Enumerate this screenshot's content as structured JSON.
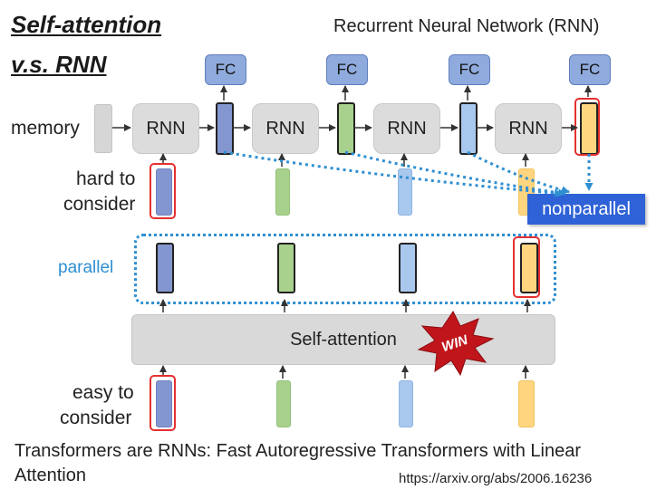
{
  "title": {
    "line1": "Self-attention",
    "line2": "v.s. RNN"
  },
  "rnn_caption": "Recurrent Neural Network (RNN)",
  "labels": {
    "memory": "memory",
    "hard_to_consider": [
      "hard to",
      "consider"
    ],
    "parallel": "parallel",
    "easy_to_consider": [
      "easy to",
      "consider"
    ],
    "nonparallel": "nonparallel"
  },
  "rnn_block_label": "RNN",
  "fc_label": "FC",
  "self_attention_label": "Self-attention",
  "win_label": "WIN",
  "paper": {
    "line1": "Transformers are RNNs: Fast Autoregressive Transformers with Linear",
    "line2": "Attention"
  },
  "url": "https://arxiv.org/abs/2006.16236",
  "colors": {
    "blue_dark": "#8496cf",
    "green": "#a9d18e",
    "blue_light": "#a8c8ee",
    "orange": "#ffd580",
    "highlight": "#e53030",
    "accent_blue": "#2f8fd1",
    "nonparallel_bg": "#2f62d6",
    "fc_blue": "#8faadc"
  }
}
